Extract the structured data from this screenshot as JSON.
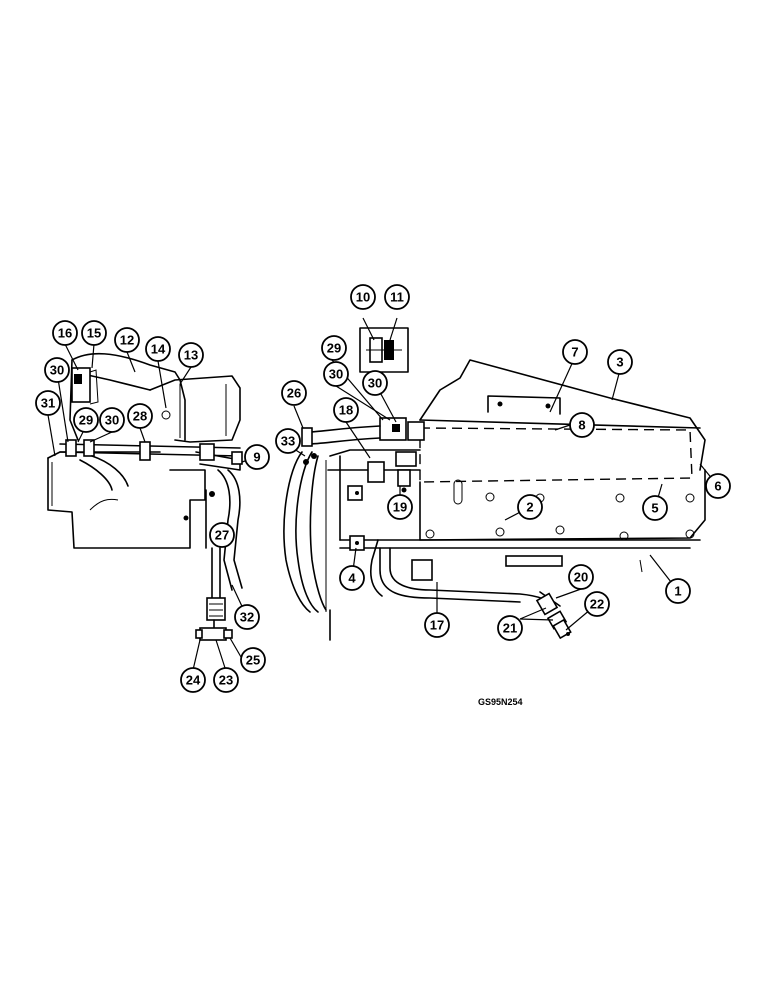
{
  "figure_code": "GS95N254",
  "callouts": {
    "c1": "1",
    "c2": "2",
    "c3": "3",
    "c4": "4",
    "c5": "5",
    "c6": "6",
    "c7": "7",
    "c8": "8",
    "c9": "9",
    "c10": "10",
    "c11": "11",
    "c12": "12",
    "c13": "13",
    "c14": "14",
    "c15": "15",
    "c16": "16",
    "c17": "17",
    "c18": "18",
    "c19": "19",
    "c20": "20",
    "c21": "21",
    "c22": "22",
    "c23": "23",
    "c24": "24",
    "c25": "25",
    "c26": "26",
    "c27": "27",
    "c28": "28",
    "c29a": "29",
    "c29b": "29",
    "c30a": "30",
    "c30b": "30",
    "c30c": "30",
    "c30d": "30",
    "c31": "31",
    "c32": "32",
    "c33": "33"
  }
}
